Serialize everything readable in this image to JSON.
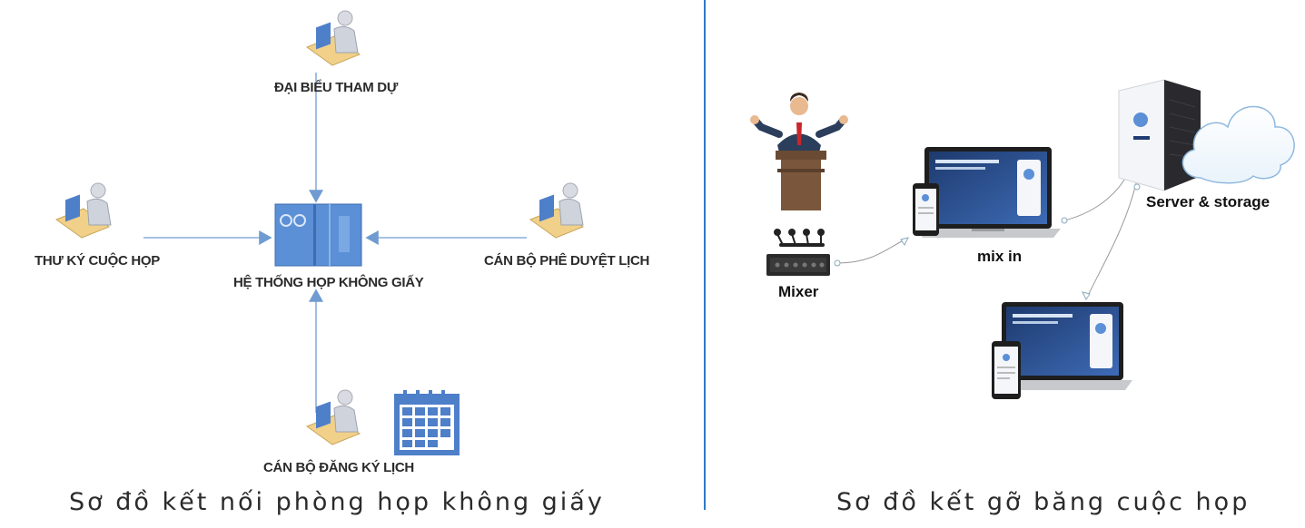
{
  "left": {
    "nodes": {
      "top": "ĐẠI BIỂU THAM DỰ",
      "left": "THƯ KÝ CUỘC HỌP",
      "center": "HỆ THỐNG HỌP KHÔNG GIẤY",
      "right": "CÁN BỘ PHÊ DUYỆT  LỊCH",
      "bottom": "CÁN BỘ ĐĂNG KÝ LỊCH"
    },
    "caption": "Sơ đồ kết nối phòng họp không giấy"
  },
  "right": {
    "nodes": {
      "mixer": "Mixer",
      "mix_in": "mix in",
      "server": "Server & storage"
    },
    "caption": "Sơ đồ kết gỡ băng cuộc họp"
  },
  "colors": {
    "line": "#8aaed8",
    "divider": "#2e7bc4",
    "device_blue": "#5b8fd6"
  }
}
